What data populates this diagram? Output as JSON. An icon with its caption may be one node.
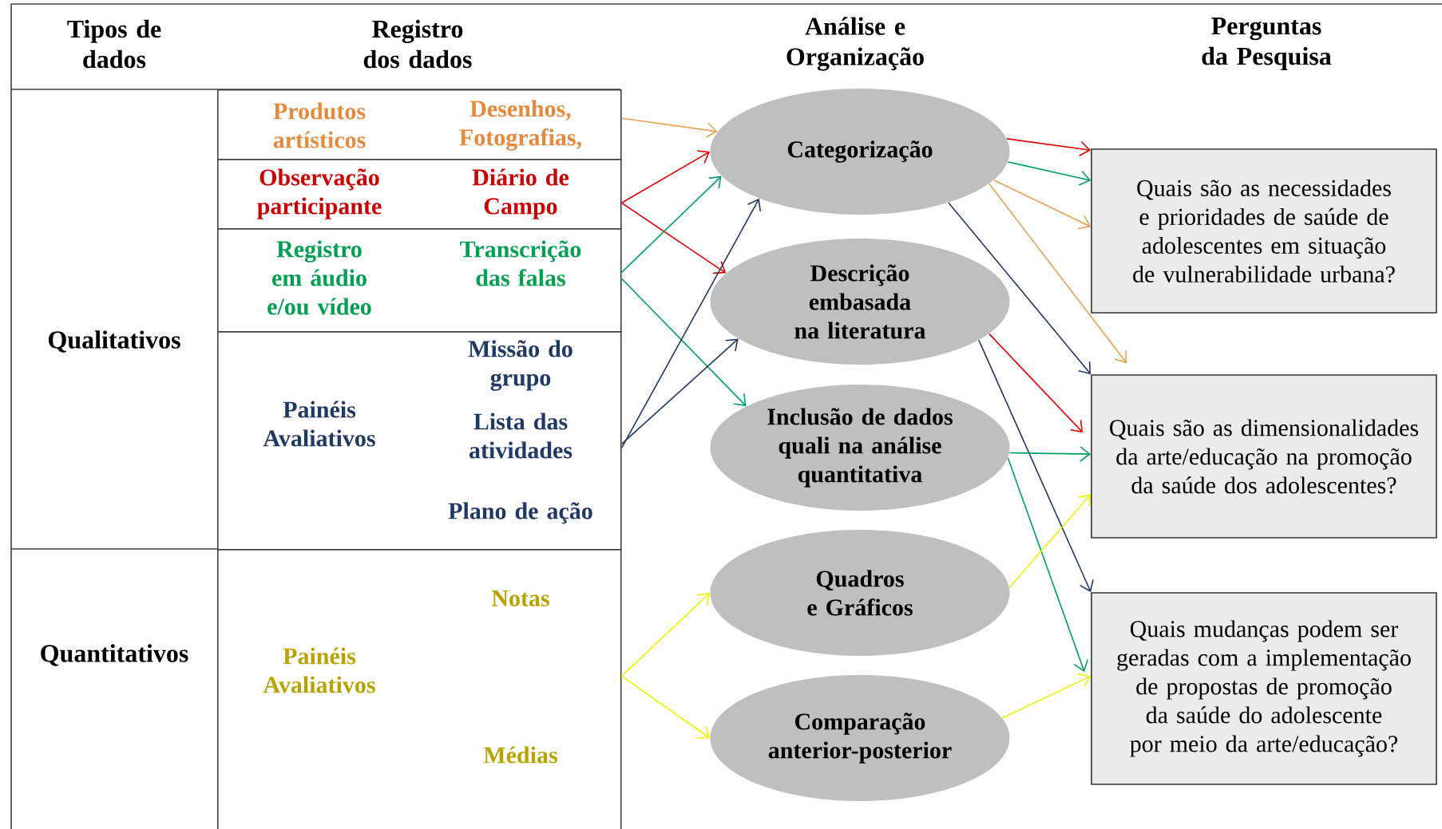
{
  "diagram": {
    "nodes": [
      {
        "text": [
          "Produtos artísticos",
          "Desenhos, Fotografias,"
        ]
      },
      {
        "text": [
          "Observação participante",
          "Diário de Campo"
        ]
      },
      {
        "text": [
          "Registro em áudio e/ou vídeo",
          "Transcrição das falas"
        ]
      },
      {
        "text": [
          "Painéis Avaliativos",
          "Missão do grupo",
          "Lista das atividades",
          "Plano de ação"
        ]
      },
      {
        "text": [
          "Painéis Avaliativos",
          "Notas",
          "Médias"
        ]
      },
      {
        "text": [
          "Categorização"
        ]
      },
      {
        "text": [
          "Descrição embasada na literatura"
        ]
      },
      {
        "text": [
          "Inclusão de dados quali na análise quantitativa"
        ]
      },
      {
        "text": [
          "Quadros e Gráficos"
        ]
      },
      {
        "text": [
          "Comparação anterior-posterior"
        ]
      },
      {
        "text": [
          "Quais são as necessidades e prioridades de saúde de adolescentes em situação de vulnerabilidade urbana?"
        ]
      },
      {
        "text": [
          "Quais são as dimensionalidades da arte/educação na promoção da saúde dos adolescentes?"
        ]
      },
      {
        "text": [
          "Quais mudanças podem ser geradas com a implementação de propostas de promoção da saúde do adolescente por meio da arte/educação?"
        ]
      }
    ],
    "edges": [
      {
        "from": 0,
        "to": 5,
        "arrow": "to",
        "color": "#e8a050"
      },
      {
        "from": 1,
        "to": 5,
        "arrow": "to",
        "color": "#e00000"
      },
      {
        "from": 1,
        "to": 6,
        "arrow": "to",
        "color": "#e00000"
      },
      {
        "from": 2,
        "to": 5,
        "arrow": "to",
        "color": "#00a060"
      },
      {
        "from": 2,
        "to": 7,
        "arrow": "to",
        "color": "#00a060"
      },
      {
        "from": 3,
        "to": 5,
        "arrow": "to",
        "color": "#1f3864"
      },
      {
        "from": 3,
        "to": 6,
        "arrow": "to",
        "color": "#1f3864"
      },
      {
        "from": 4,
        "to": 8,
        "arrow": "to",
        "color": "#f0f000"
      },
      {
        "from": 4,
        "to": 9,
        "arrow": "to",
        "color": "#f0f000"
      },
      {
        "from": 5,
        "to": 10,
        "arrow": "to",
        "color": "#e00000"
      },
      {
        "from": 5,
        "to": 10,
        "arrow": "to",
        "color": "#00a060"
      },
      {
        "from": 5,
        "to": 10,
        "arrow": "to",
        "color": "#e8a050"
      },
      {
        "from": 5,
        "to": 11,
        "arrow": "to",
        "color": "#e8a050"
      },
      {
        "from": 5,
        "to": 11,
        "arrow": "to",
        "color": "#1f3864"
      },
      {
        "from": 6,
        "to": 11,
        "arrow": "to",
        "color": "#e00000"
      },
      {
        "from": 6,
        "to": 12,
        "arrow": "to",
        "color": "#1f3864"
      },
      {
        "from": 7,
        "to": 11,
        "arrow": "to",
        "color": "#00a060"
      },
      {
        "from": 7,
        "to": 12,
        "arrow": "to",
        "color": "#00a060"
      },
      {
        "from": 8,
        "to": 11,
        "arrow": "to",
        "color": "#f0f000"
      },
      {
        "from": 9,
        "to": 12,
        "arrow": "to",
        "color": "#f0f000"
      }
    ],
    "labels": [
      "Tipos de dados",
      "Registro dos dados",
      "Análise e Organização",
      "Perguntas da Pesquisa",
      "Qualitativos",
      "Quantitativos"
    ]
  }
}
